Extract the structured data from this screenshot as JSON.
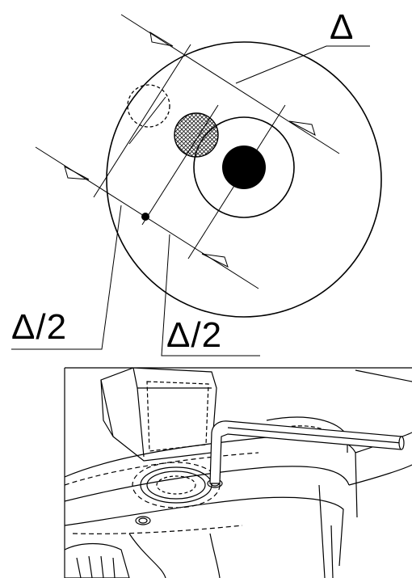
{
  "labels": {
    "delta": "Δ",
    "half_left": "Δ/2",
    "half_right": "Δ/2"
  },
  "colors": {
    "ink": "#000000",
    "background": "#ffffff",
    "hatch": "#222222"
  }
}
